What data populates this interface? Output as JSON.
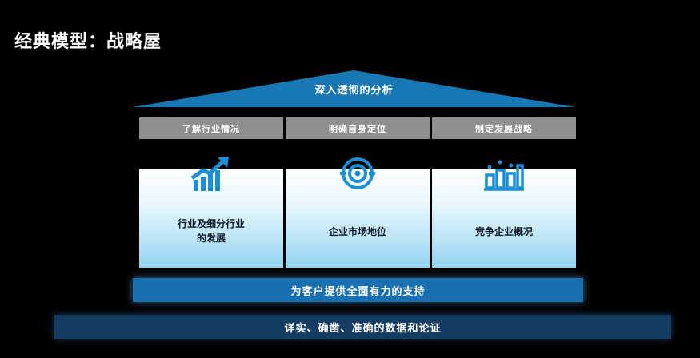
{
  "title": "经典模型：战略屋",
  "roof": {
    "label": "深入透彻的分析"
  },
  "headers": [
    "了解行业情况",
    "明确自身定位",
    "制定发展战略"
  ],
  "pillars": [
    {
      "icon": "growth-chart-icon",
      "line1": "行业及细分行业",
      "line2": "的发展"
    },
    {
      "icon": "target-icon",
      "line1": "企业市场地位"
    },
    {
      "icon": "bar-chart-icon",
      "line1": "竞争企业概况"
    }
  ],
  "beam": {
    "label": "为客户提供全面有力的支持"
  },
  "base": {
    "label": "详实、确凿、准确的数据和论证"
  },
  "colors": {
    "background": "#000000",
    "roof": "#1778b4",
    "header": "#8f8f8f",
    "icon": "#1a8fd6",
    "beam": "#1a6fb0",
    "base": "#143d63"
  }
}
